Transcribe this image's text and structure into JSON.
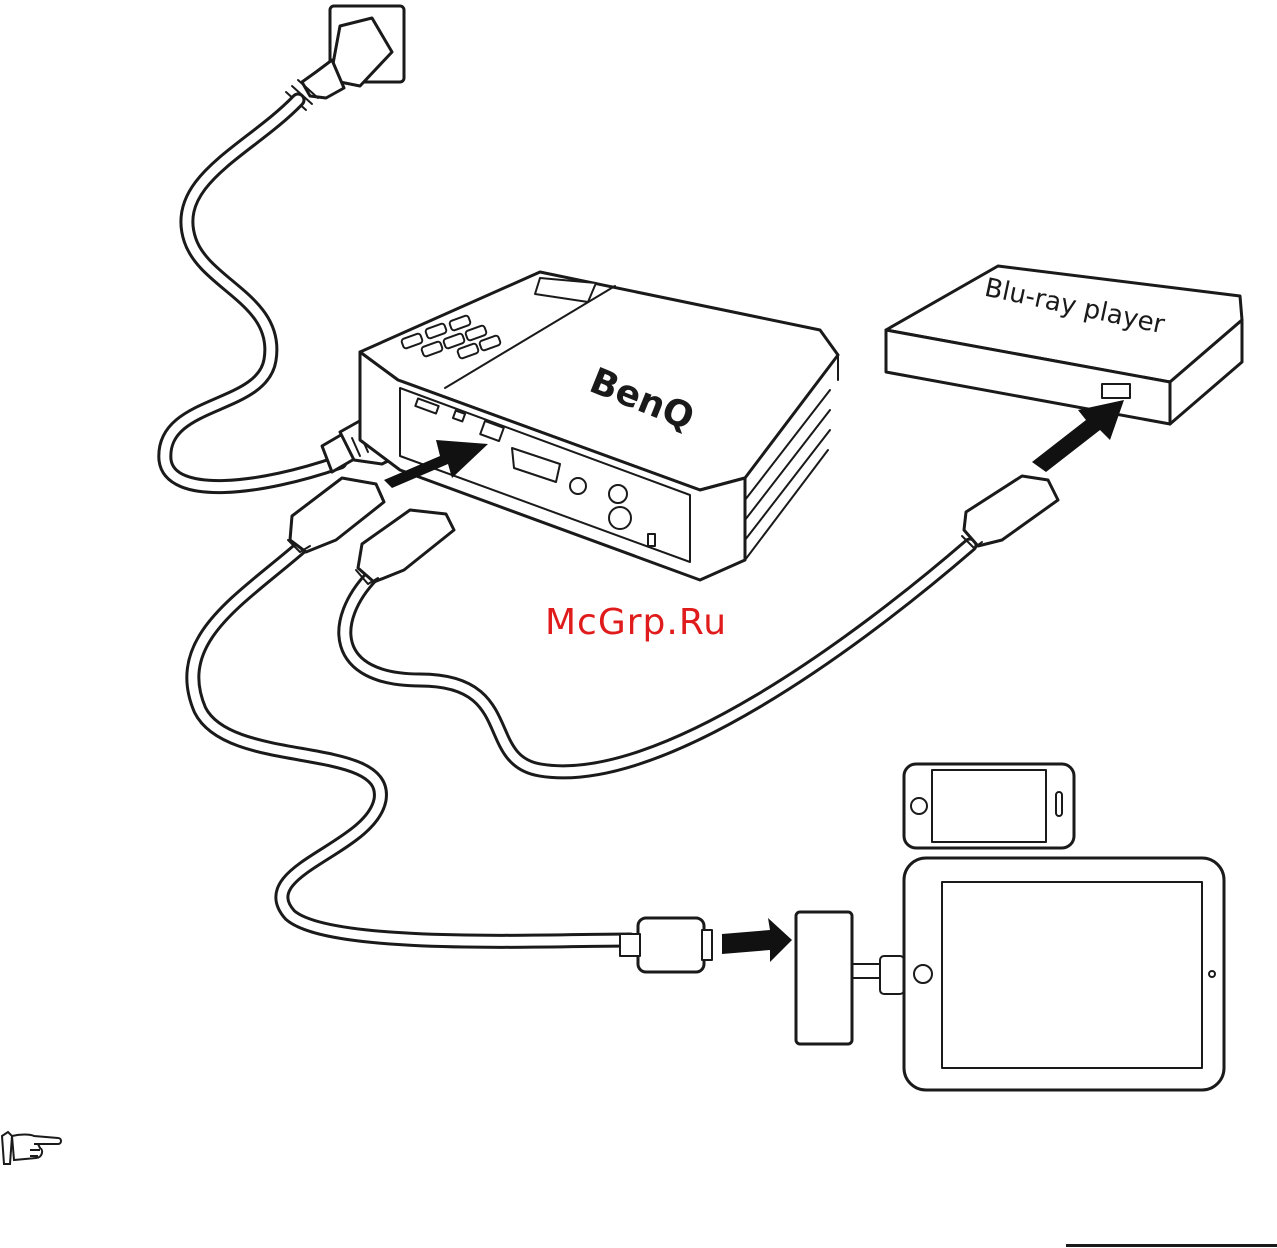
{
  "labels": {
    "blu_ray_player": "Blu-ray player",
    "projector_brand": "BenQ",
    "watermark": "McGrp.Ru"
  },
  "icons": {
    "note": "pointing-hand-note-icon",
    "plug": "power-plug-icon",
    "hdmi": "hdmi-connector-icon",
    "arrow": "connect-arrow-icon"
  },
  "colors": {
    "line": "#1a1a1a",
    "watermark": "#e01b1b",
    "background": "#ffffff"
  }
}
